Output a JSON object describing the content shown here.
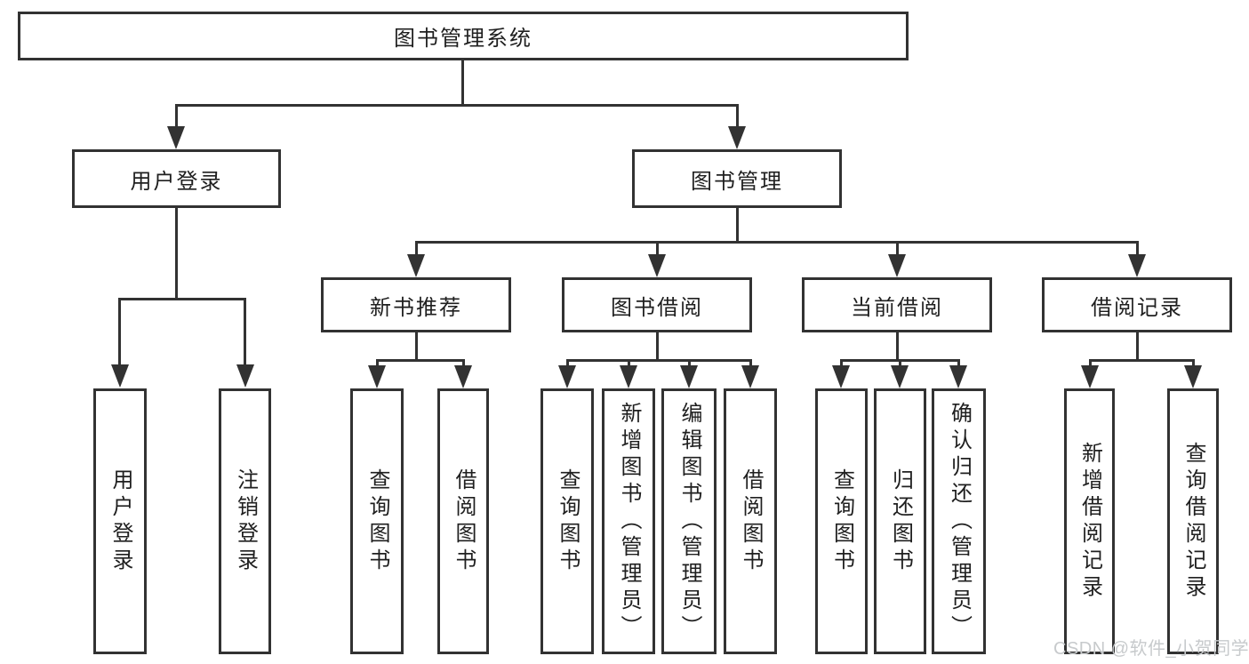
{
  "diagram": {
    "type": "tree",
    "title": "图书管理系统",
    "colors": {
      "line": "#323232",
      "box_border": "#323232",
      "box_background": "#ffffff",
      "text": "#1f1f1f",
      "watermark_text": "#c7cacc"
    },
    "root": {
      "label": "图书管理系统",
      "children": [
        {
          "label": "用户登录",
          "children": [
            {
              "label": "用户登录"
            },
            {
              "label": "注销登录"
            }
          ]
        },
        {
          "label": "图书管理",
          "children": [
            {
              "label": "新书推荐",
              "children": [
                {
                  "label": "查询图书"
                },
                {
                  "label": "借阅图书"
                }
              ]
            },
            {
              "label": "图书借阅",
              "children": [
                {
                  "label": "查询图书"
                },
                {
                  "label": "新增图书（管理员）"
                },
                {
                  "label": "编辑图书（管理员）"
                },
                {
                  "label": "借阅图书"
                }
              ]
            },
            {
              "label": "当前借阅",
              "children": [
                {
                  "label": "查询图书"
                },
                {
                  "label": "归还图书"
                },
                {
                  "label": "确认归还（管理员）"
                }
              ]
            },
            {
              "label": "借阅记录",
              "children": [
                {
                  "label": "新增借阅记录"
                },
                {
                  "label": "查询借阅记录"
                }
              ]
            }
          ]
        }
      ]
    },
    "watermark": "CSDN @软件_小贺同学"
  }
}
